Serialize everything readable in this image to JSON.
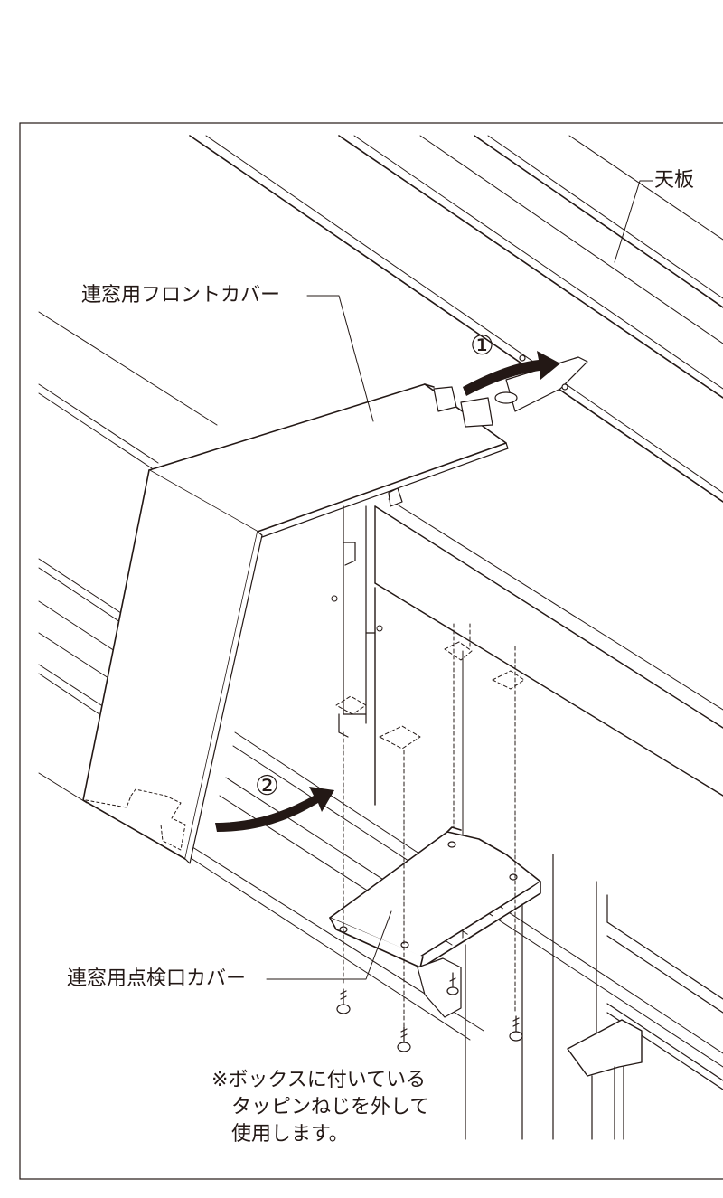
{
  "labels": {
    "top_plate": "天板",
    "front_cover": "連窓用フロントカバー",
    "inspection_cover": "連窓用点検口カバー"
  },
  "steps": {
    "step1": "①",
    "step2": "②"
  },
  "note": {
    "line1": "※ボックスに付いている",
    "line2": "タッピンねじを外して",
    "line3": "使用します。"
  },
  "colors": {
    "line": "#231815",
    "arrow": "#231815",
    "frame": "#231815"
  }
}
